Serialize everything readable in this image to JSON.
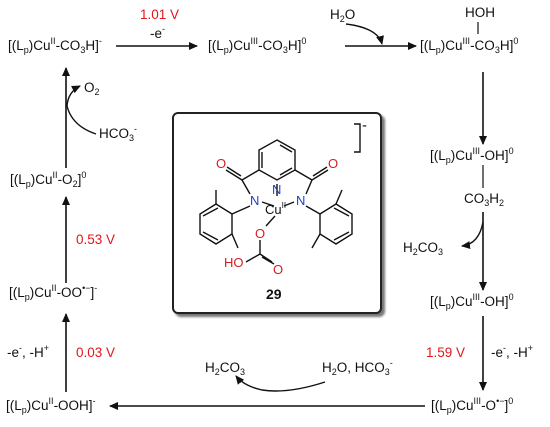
{
  "species": {
    "top_left": {
      "pre": "[(L",
      "sub": "p",
      "mid": ")Cu",
      "sup1": "II",
      "post": "-CO",
      "sub2": "3",
      "end": "H]",
      "sup2": "-"
    },
    "top_mid": {
      "pre": "[(L",
      "sub": "p",
      "mid": ")Cu",
      "sup1": "III",
      "post": "-CO",
      "sub2": "3",
      "end": "H]",
      "sup2": "0"
    },
    "top_right_hoh": "HOH",
    "top_right": {
      "pre": "[(L",
      "sub": "p",
      "mid": ")Cu",
      "sup1": "III",
      "post": "-CO",
      "sub2": "3",
      "end": "H]",
      "sup2": "0"
    },
    "right_1": {
      "pre": "[(L",
      "sub": "p",
      "mid": ")Cu",
      "sup1": "III",
      "post": "-OH]",
      "sup2": "0"
    },
    "right_1_co3h2": {
      "pre": "CO",
      "sub": "3",
      "post": "H",
      "sub2": "2"
    },
    "right_2": {
      "pre": "[(L",
      "sub": "p",
      "mid": ")Cu",
      "sup1": "III",
      "post": "-OH]",
      "sup2": "0"
    },
    "bottom_right": {
      "pre": "[(L",
      "sub": "p",
      "mid": ")Cu",
      "sup1": "III",
      "post": "-O",
      "sup2": "•−",
      "end": "]",
      "sup3": "0"
    },
    "bottom_left": {
      "pre": "[(L",
      "sub": "p",
      "mid": ")Cu",
      "sup1": "II",
      "post": "-OOH]",
      "sup2": "-"
    },
    "left_mid": {
      "pre": "[(L",
      "sub": "p",
      "mid": ")Cu",
      "sup1": "II",
      "post": "-OO",
      "sup2": "•−",
      "end": "]",
      "sup3": "-"
    },
    "left_upper": {
      "pre": "[(L",
      "sub": "p",
      "mid": ")Cu",
      "sup1": "II",
      "post": "-O",
      "sub2": "2",
      "end": "]",
      "sup2": "0"
    }
  },
  "reagents": {
    "minus_e": "-e",
    "minus_e_sup": "-",
    "h2o": {
      "pre": "H",
      "sub": "2",
      "post": "O"
    },
    "h2co3_right": {
      "pre": "H",
      "sub": "2",
      "post": "CO",
      "sub2": "3"
    },
    "right_side": {
      "a": "-e",
      "asup": "-",
      "b": ", -H",
      "bsup": "+"
    },
    "h2co3_bottom": {
      "pre": "H",
      "sub": "2",
      "post": "CO",
      "sub2": "3"
    },
    "h2o_hco3": {
      "pre": "H",
      "sub": "2",
      "post": "O, HCO",
      "sub2": "3",
      "sup": "-"
    },
    "left_side": {
      "a": "-e",
      "asup": "-",
      "b": ", -H",
      "bsup": "+"
    },
    "o2": {
      "pre": "O",
      "sub": "2"
    },
    "hco3": {
      "pre": "HCO",
      "sub": "3",
      "sup": "-"
    }
  },
  "potentials": {
    "top": "1.01 V",
    "right": "1.59 V",
    "left_low": "0.03 V",
    "left_high": "0.53 V"
  },
  "panel": {
    "charge": "-",
    "compound_number": "29",
    "atoms": {
      "n_left": "N",
      "n_pyr": "N",
      "n_right": "N",
      "cu": "Cu",
      "cu_sup": "II",
      "o_bound": "O",
      "ho": "HO",
      "o_bottom": "O"
    }
  },
  "colors": {
    "potential": "#e4141b",
    "nitrogen": "#1f3fd0",
    "oxygen": "#d42020"
  }
}
